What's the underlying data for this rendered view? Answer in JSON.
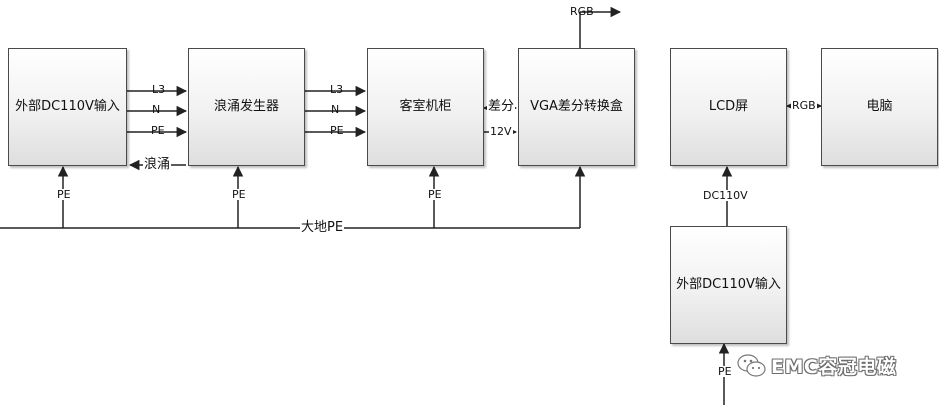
{
  "boxes": {
    "external_input_1": "外部DC110V输入",
    "surge_generator": "浪涌发生器",
    "cabin_cabinet": "客室机柜",
    "vga_converter": "VGA差分转换盒",
    "lcd_screen": "LCD屏",
    "computer": "电脑",
    "external_input_2": "外部DC110V输入"
  },
  "labels": {
    "l3": "L3",
    "n": "N",
    "pe": "PE",
    "surge": "浪涌",
    "diff": "差分",
    "v12": "12V",
    "rgb": "RGB",
    "dc110v": "DC110V",
    "ground_pe": "大地PE"
  },
  "watermark": {
    "text": "EMC容冠电磁",
    "icon": "wechat-icon"
  },
  "colors": {
    "line": "#222222",
    "box_border": "#4a4a4a"
  }
}
